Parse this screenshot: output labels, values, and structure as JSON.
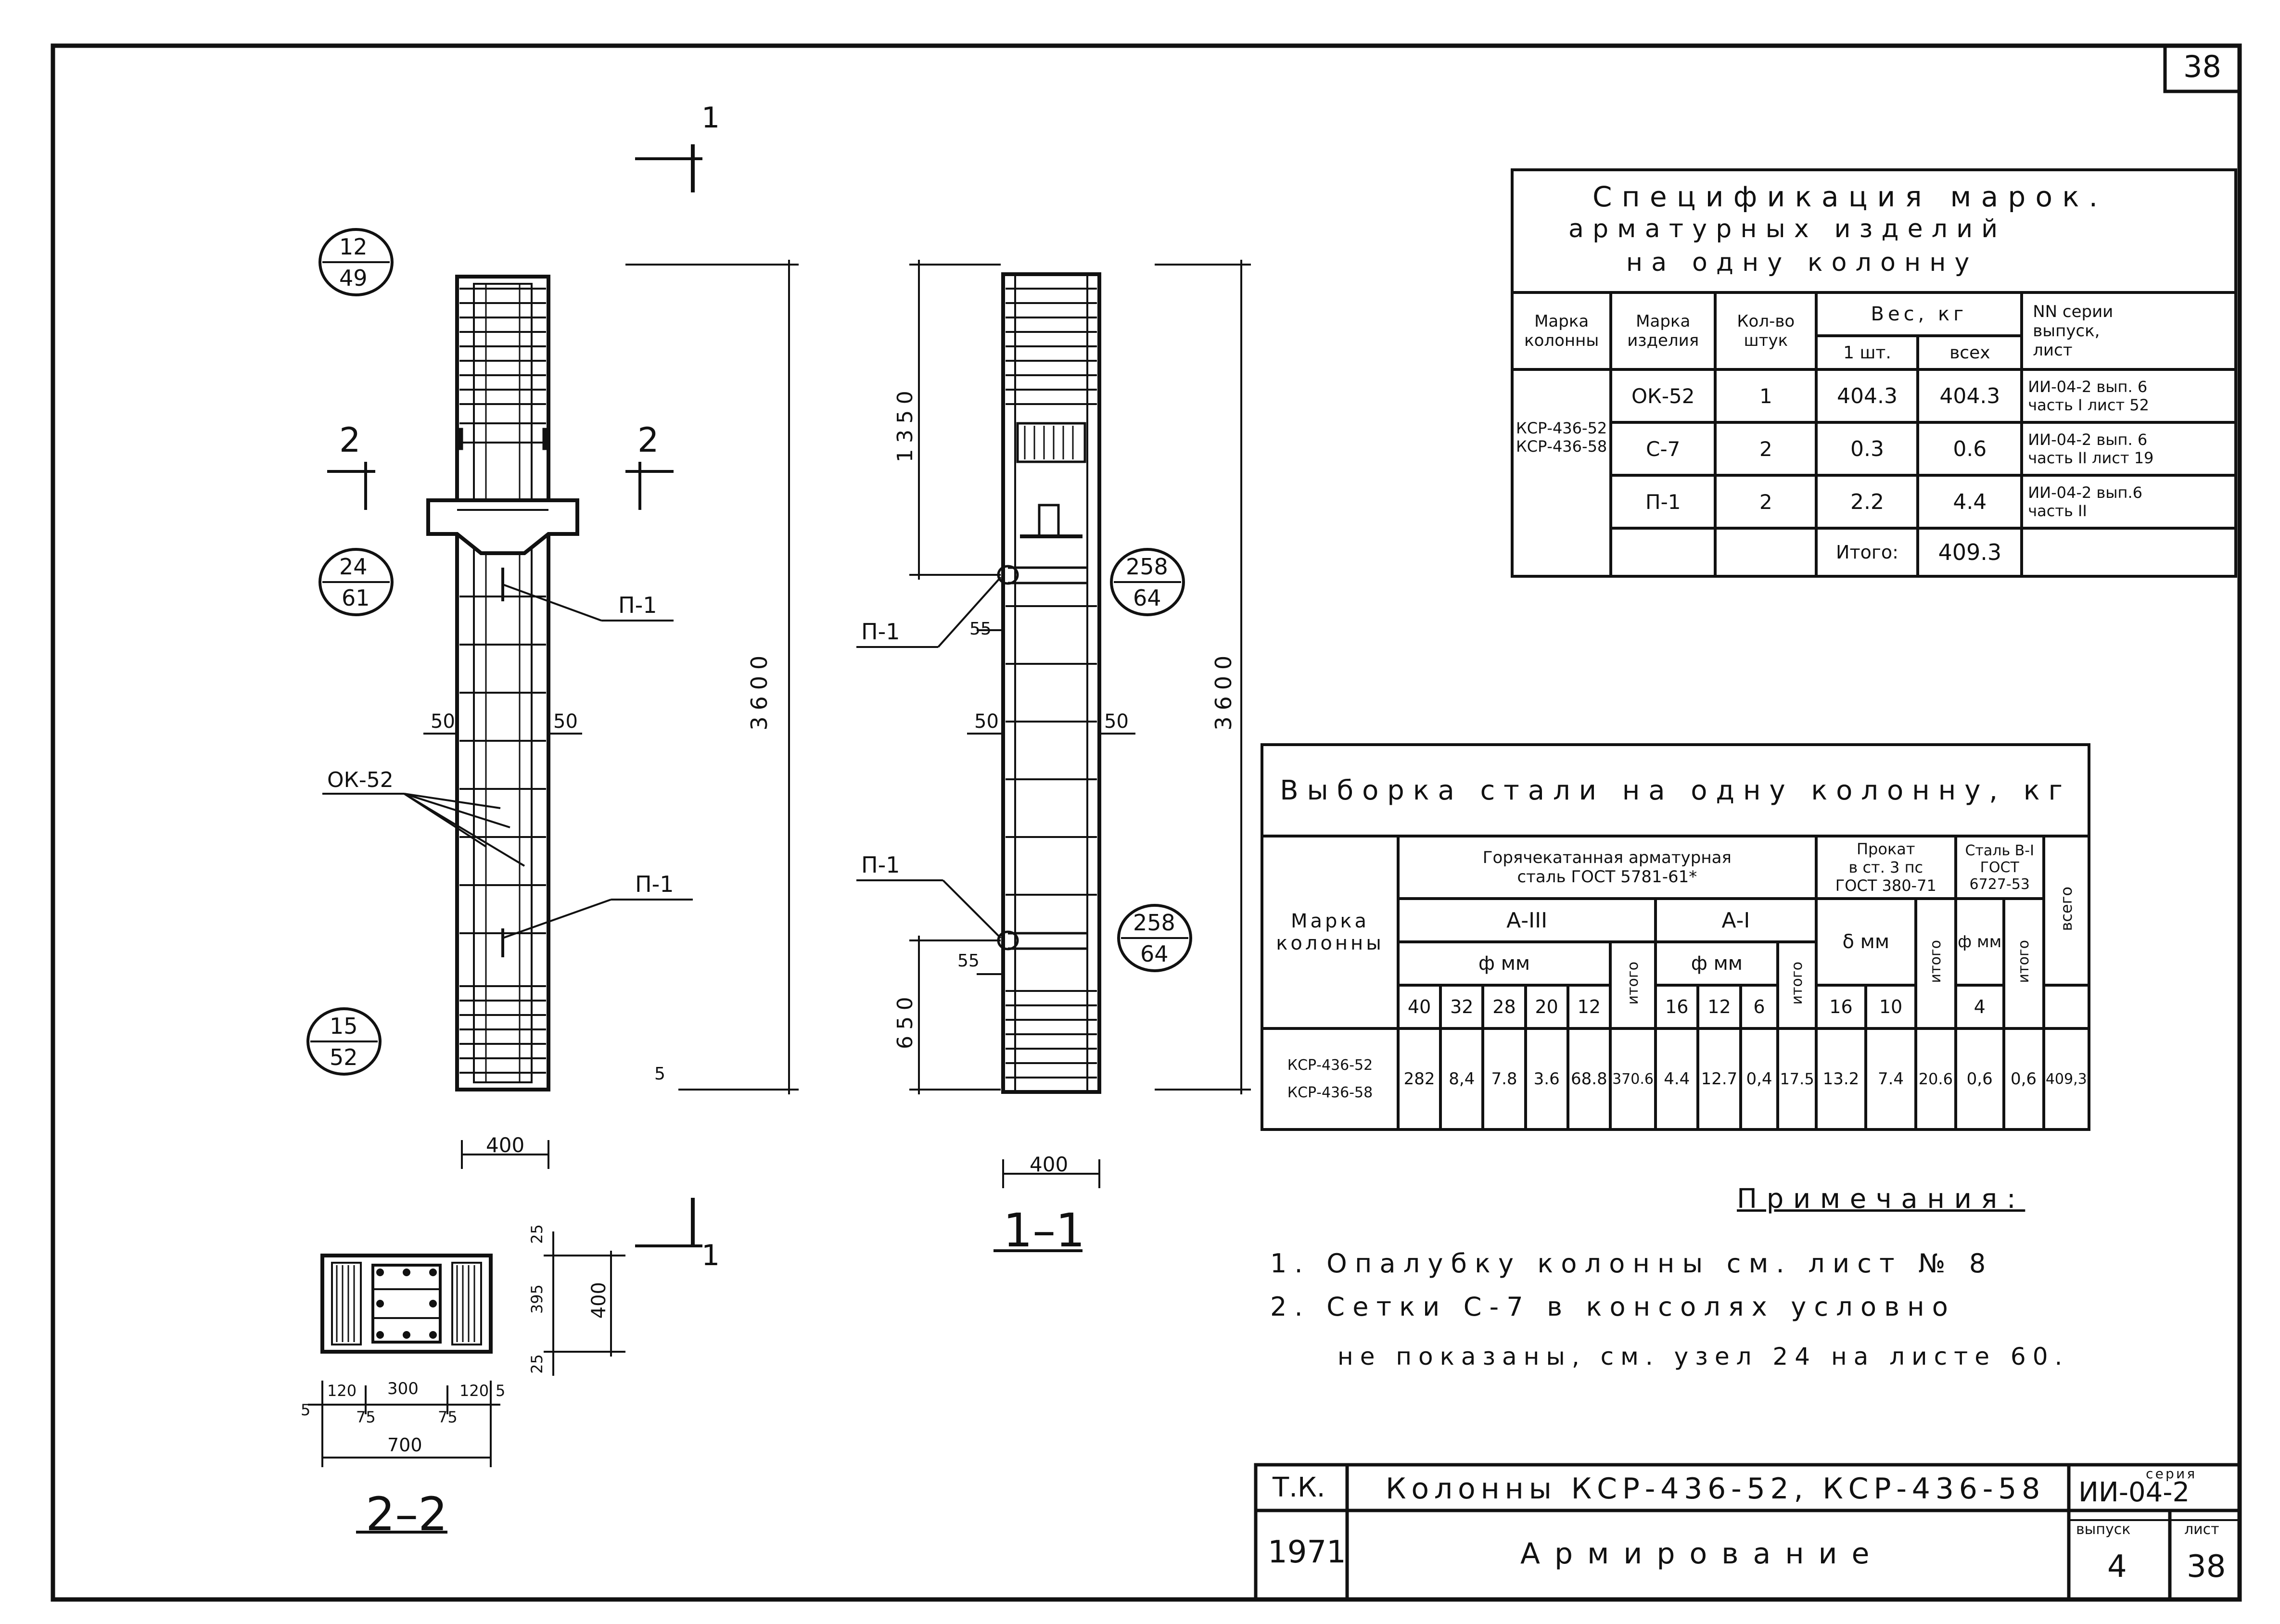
{
  "sheet_number_corner": "38",
  "spec": {
    "title": [
      "Спецификация марок.",
      "арматурных изделий",
      "на одну колонну"
    ],
    "headers": {
      "col_mark": [
        "Марка",
        "колонны"
      ],
      "item_mark": [
        "Марка",
        "изделия"
      ],
      "qty": [
        "Кол-во",
        "штук"
      ],
      "weight": "Вес, кг",
      "w1": "1 шт.",
      "wall": "всех",
      "series": [
        "NN серии",
        "выпуск,",
        "лист"
      ]
    },
    "column_marks": [
      "КСР-436-52",
      "КСР-436-58"
    ],
    "rows": [
      {
        "item": "ОК-52",
        "qty": "1",
        "w1": "404.3",
        "wall": "404.3",
        "ref": [
          "ИИ-04-2 вып. 6",
          "часть I лист 52"
        ]
      },
      {
        "item": "С-7",
        "qty": "2",
        "w1": "0.3",
        "wall": "0.6",
        "ref": [
          "ИИ-04-2 вып. 6",
          "часть II лист 19"
        ]
      },
      {
        "item": "П-1",
        "qty": "2",
        "w1": "2.2",
        "wall": "4.4",
        "ref": [
          "ИИ-04-2 вып.6",
          "часть II"
        ]
      }
    ],
    "total_label": "Итого:",
    "total_value": "409.3"
  },
  "steel": {
    "title": "Выборка стали на одну колонну, кг",
    "mark_header": [
      "Марка",
      "колонны"
    ],
    "group1": [
      "Горячекатанная арматурная",
      "сталь ГОСТ 5781-61*"
    ],
    "group2": [
      "Прокат",
      "в ст. 3 пс",
      "ГОСТ 380-71"
    ],
    "group3": [
      "Сталь В-I",
      "ГОСТ",
      "6727-53"
    ],
    "class_a3": "А-III",
    "class_a1": "А-I",
    "diam_label": "ф мм",
    "thick_label": "δ мм",
    "itogo": "итого",
    "vsego": "всего",
    "a3_d": [
      "40",
      "32",
      "28",
      "20",
      "12"
    ],
    "a1_d": [
      "16",
      "12",
      "6"
    ],
    "plate_d": [
      "16",
      "10"
    ],
    "wire_d": [
      "4"
    ],
    "marks": [
      "КСР-436-52",
      "КСР-436-58"
    ],
    "values": [
      "282",
      "8,4",
      "7.8",
      "3.6",
      "68.8",
      "370.6",
      "4.4",
      "12.7",
      "0,4",
      "17.5",
      "13.2",
      "7.4",
      "20.6",
      "0,6",
      "0,6",
      "409,3"
    ]
  },
  "notes": {
    "title": "Примечания:",
    "items": [
      "1. Опалубку колонны см. лист № 8",
      "2. Сетки С-7 в консолях условно",
      "не показаны, см. узел 24 на листе 60."
    ]
  },
  "drawing": {
    "circles": [
      {
        "top": "12",
        "bottom": "49"
      },
      {
        "top": "24",
        "bottom": "61"
      },
      {
        "top": "15",
        "bottom": "52"
      },
      {
        "top": "258",
        "bottom": "64"
      },
      {
        "top": "258",
        "bottom": "64"
      }
    ],
    "labels": {
      "p1": "П-1",
      "ok52": "ОК-52",
      "cut2": "2",
      "cut1": "1",
      "d50": "50",
      "d3600": "3600",
      "d400": "400",
      "d1350": "1350",
      "d650": "650",
      "d55": "55",
      "d5": "5",
      "d25": "25",
      "d395": "395",
      "d120": "120",
      "d300": "300",
      "d75": "75",
      "d700": "700",
      "sec11": "1–1",
      "sec22": "2–2"
    }
  },
  "titleblock": {
    "tk": "Т.К.",
    "year": "1971",
    "title": "Колонны КСР-436-52, КСР-436-58",
    "subtitle": "Армирование",
    "series_label": "серия",
    "series": "ИИ-04-2",
    "issue_label": "выпуск",
    "issue": "4",
    "sheet_label": "лист",
    "sheet": "38"
  }
}
